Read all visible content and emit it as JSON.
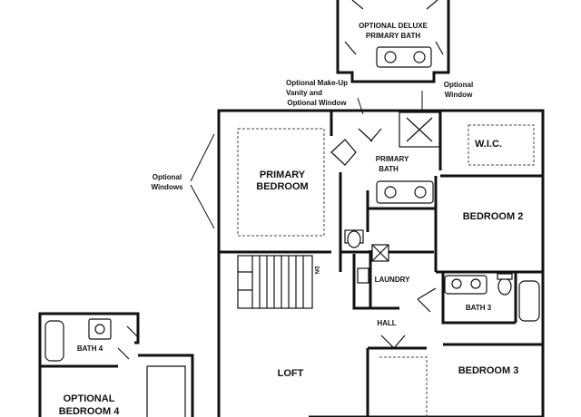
{
  "rooms": {
    "primary_bedroom": [
      "PRIMARY",
      "BEDROOM"
    ],
    "primary_bath": [
      "PRIMARY",
      "BATH"
    ],
    "wic": "W.I.C.",
    "bedroom2": "BEDROOM 2",
    "laundry": "LAUNDRY",
    "bath3": "BATH 3",
    "hall": "HALL",
    "loft": "LOFT",
    "bedroom3": "BEDROOM 3",
    "bath4": "BATH 4",
    "optional_bedroom4": [
      "OPTIONAL",
      "BEDROOM 4"
    ]
  },
  "notes": {
    "optional_deluxe": [
      "OPTIONAL DELUXE",
      "PRIMARY BATH"
    ],
    "makeup_vanity": [
      "Optional Make-Up",
      "Vanity and",
      "Optional Window"
    ],
    "optional_window": [
      "Optional",
      "Window"
    ],
    "optional_windows": [
      "Optional",
      "Windows"
    ]
  },
  "stair_mark": "DN"
}
